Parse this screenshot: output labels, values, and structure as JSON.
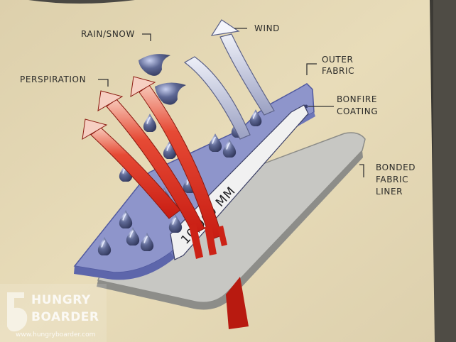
{
  "labels": {
    "rain_snow": "RAIN/SNOW",
    "wind": "WIND",
    "perspiration": "PERSPIRATION",
    "outer_fabric_line1": "OUTER",
    "outer_fabric_line2": "FABRIC",
    "coating_line1": "BONFIRE",
    "coating_line2": "COATING",
    "liner_line1": "BONDED",
    "liner_line2": "FABRIC",
    "liner_line3": "LINER",
    "rating": "10,000 MM"
  },
  "watermark": {
    "line1": "HUNGRY",
    "line2": "BOARDER",
    "url": "www.hungryboarder.com"
  },
  "colors": {
    "paper": "#e6d9b5",
    "outer_fabric": "#8b92c8",
    "liner": "#c4c4c1",
    "perspiration": "#d62a1c",
    "wind": "#b3b9d6",
    "droplet": "#5c6690"
  }
}
